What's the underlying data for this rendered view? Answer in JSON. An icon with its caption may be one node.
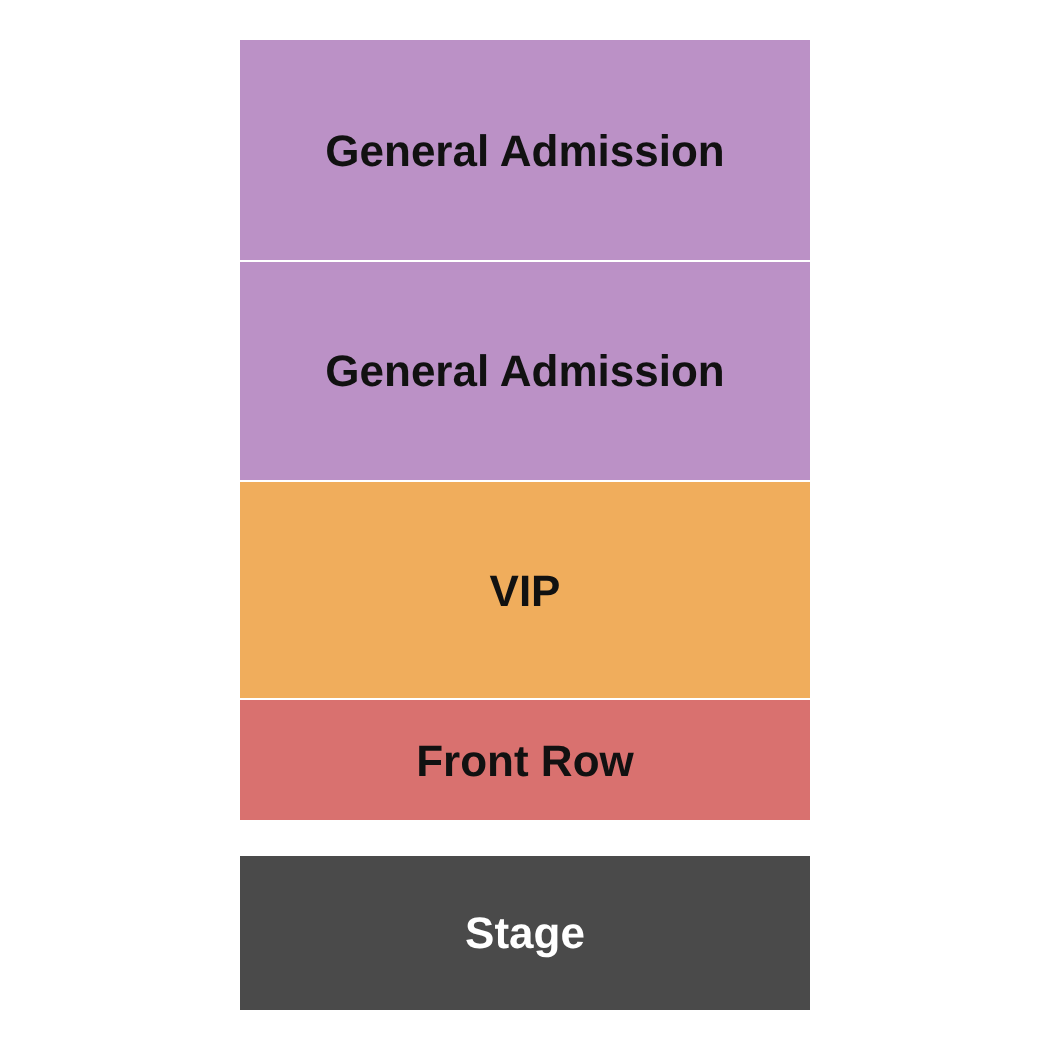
{
  "diagram": {
    "nodes": [
      {
        "text": [
          "General Admission"
        ]
      },
      {
        "text": [
          "General Admission"
        ]
      },
      {
        "text": [
          "VIP"
        ]
      },
      {
        "text": [
          "Front Row"
        ]
      },
      {
        "text": [
          "Stage"
        ]
      }
    ]
  }
}
